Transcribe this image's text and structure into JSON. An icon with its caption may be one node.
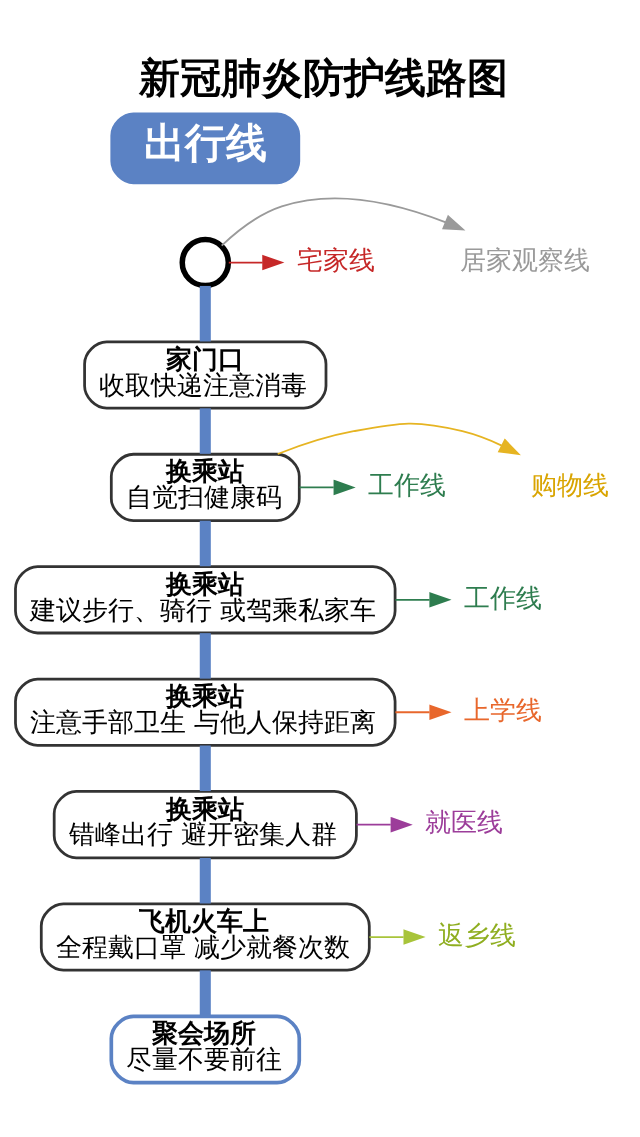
{
  "diagram": {
    "title": "新冠肺炎防护线路图",
    "nodes": [
      {
        "text": [
          "出行线"
        ]
      },
      {
        "text": [],
        "shape": "circle"
      },
      {
        "text": [
          "居家观察线"
        ]
      },
      {
        "text": [
          "宅家线"
        ]
      },
      {
        "text": [
          "家门口",
          "收取快递注意消毒"
        ]
      },
      {
        "text": [
          "换乘站",
          "自觉扫健康码"
        ]
      },
      {
        "text": [
          "购物线"
        ]
      },
      {
        "text": [
          "工作线"
        ]
      },
      {
        "text": [
          "换乘站",
          "建议步行、骑行 或驾乘私家车"
        ]
      },
      {
        "text": [
          "工作线"
        ]
      },
      {
        "text": [
          "换乘站",
          "注意手部卫生 与他人保持距离"
        ]
      },
      {
        "text": [
          "上学线"
        ]
      },
      {
        "text": [
          "换乘站",
          "错峰出行 避开密集人群"
        ]
      },
      {
        "text": [
          "就医线"
        ]
      },
      {
        "text": [
          "飞机火车上",
          "全程戴口罩 减少就餐次数"
        ]
      },
      {
        "text": [
          "返乡线"
        ]
      },
      {
        "text": [
          "聚会场所",
          "尽量不要前往"
        ]
      }
    ],
    "edges": [
      {
        "from": 1,
        "to": 2,
        "arrow": "to",
        "color": "#9a9a9a"
      },
      {
        "from": 1,
        "to": 3,
        "arrow": "to",
        "color": "#c62828"
      },
      {
        "from": 1,
        "to": 4,
        "arrow": "none",
        "style": "thick",
        "color": "#5b82c4"
      },
      {
        "from": 4,
        "to": 5,
        "arrow": "none",
        "style": "thick",
        "color": "#5b82c4"
      },
      {
        "from": 5,
        "to": 6,
        "arrow": "to",
        "color": "#e6b422"
      },
      {
        "from": 5,
        "to": 7,
        "arrow": "to",
        "color": "#2e7d4f"
      },
      {
        "from": 5,
        "to": 8,
        "arrow": "none",
        "style": "thick",
        "color": "#5b82c4"
      },
      {
        "from": 8,
        "to": 9,
        "arrow": "to",
        "color": "#2e7d4f"
      },
      {
        "from": 8,
        "to": 10,
        "arrow": "none",
        "style": "thick",
        "color": "#5b82c4"
      },
      {
        "from": 10,
        "to": 11,
        "arrow": "to",
        "color": "#e8672c"
      },
      {
        "from": 10,
        "to": 12,
        "arrow": "none",
        "style": "thick",
        "color": "#5b82c4"
      },
      {
        "from": 12,
        "to": 13,
        "arrow": "to",
        "color": "#9c3d9a"
      },
      {
        "from": 12,
        "to": 14,
        "arrow": "none",
        "style": "thick",
        "color": "#5b82c4"
      },
      {
        "from": 14,
        "to": 15,
        "arrow": "to",
        "color": "#a8c43a"
      },
      {
        "from": 14,
        "to": 16,
        "arrow": "none",
        "style": "thick",
        "color": "#5b82c4"
      }
    ]
  }
}
